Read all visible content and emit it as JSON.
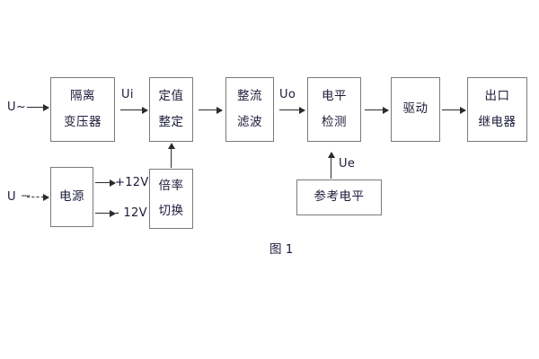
{
  "figure": {
    "caption": "图 1",
    "background_color": "#ffffff",
    "box_border_color": "#7a7a7a",
    "line_color": "#2b2b2b",
    "text_color": "#1b1b3a"
  },
  "blocks": [
    {
      "id": "isolation-transformer",
      "lines": [
        "隔离",
        "变压器"
      ]
    },
    {
      "id": "setting-value",
      "lines": [
        "定值",
        "整定"
      ]
    },
    {
      "id": "rectify-filter",
      "lines": [
        "整流",
        "滤波"
      ]
    },
    {
      "id": "level-detection",
      "lines": [
        "电平",
        "检测"
      ]
    },
    {
      "id": "drive",
      "lines": [
        "驱动"
      ]
    },
    {
      "id": "output-relay",
      "lines": [
        "出口",
        "继电器"
      ]
    },
    {
      "id": "power-supply",
      "lines": [
        "电源"
      ]
    },
    {
      "id": "multiplier-switch",
      "lines": [
        "倍率",
        "切换"
      ]
    },
    {
      "id": "reference-level",
      "lines": [
        "参考电平"
      ]
    }
  ],
  "signals": {
    "ac_input": "U~",
    "dc_input": "U －",
    "ui": "Ui",
    "uo": "Uo",
    "ue": "Ue",
    "supply_positive": "+12V",
    "supply_negative": "- 12V"
  }
}
